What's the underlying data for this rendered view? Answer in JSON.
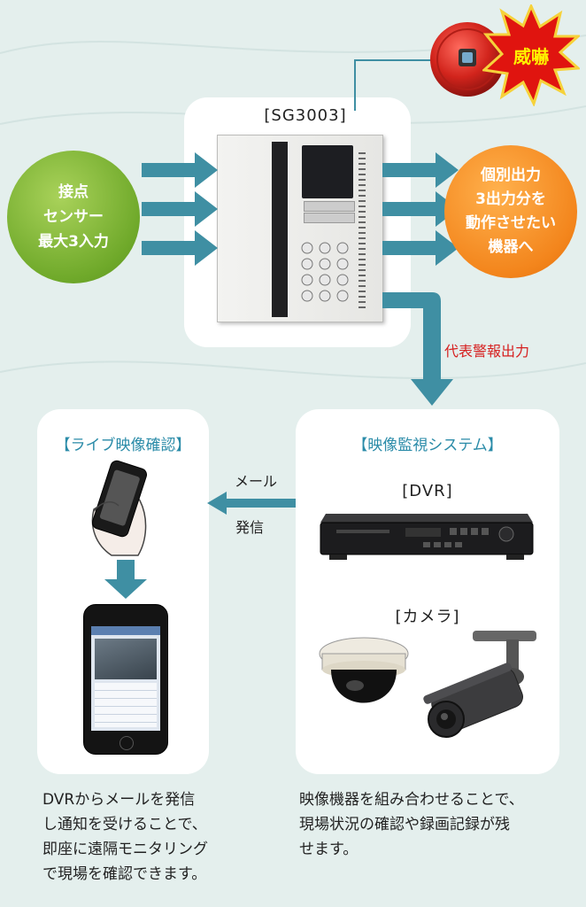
{
  "sensor": {
    "lines": [
      "接点",
      "センサー",
      "最大3入力"
    ]
  },
  "device": {
    "label": "[SG3003]"
  },
  "output": {
    "lines": [
      "個別出力",
      "3出力分を",
      "動作させたい",
      "機器へ"
    ]
  },
  "alarm": {
    "label": "威嚇"
  },
  "alarm_output": {
    "label": "代表警報出力"
  },
  "live": {
    "title": "【ライブ映像確認】"
  },
  "mail": {
    "line1": "メール",
    "line2": "発信"
  },
  "surveillance": {
    "title": "【映像監視システム】",
    "dvr_label": "[DVR]",
    "camera_label": "[カメラ]"
  },
  "captions": {
    "left": [
      "DVRからメールを発信",
      "し通知を受けることで、",
      "即座に遠隔モニタリング",
      "で現場を確認できます。"
    ],
    "right": [
      "映像機器を組み合わせることで、",
      "現場状況の確認や録画記録が残",
      "せます。"
    ]
  },
  "colors": {
    "arrow": "#3f8fa3",
    "green": "#7ab333",
    "orange": "#f3851c",
    "accent_red": "#d62020",
    "title_teal": "#2a8ba8"
  },
  "icons": [
    "bell-icon",
    "starburst-icon",
    "smartphone-icon",
    "hand-icon",
    "dvr-icon",
    "dome-camera-icon",
    "bullet-camera-icon"
  ]
}
